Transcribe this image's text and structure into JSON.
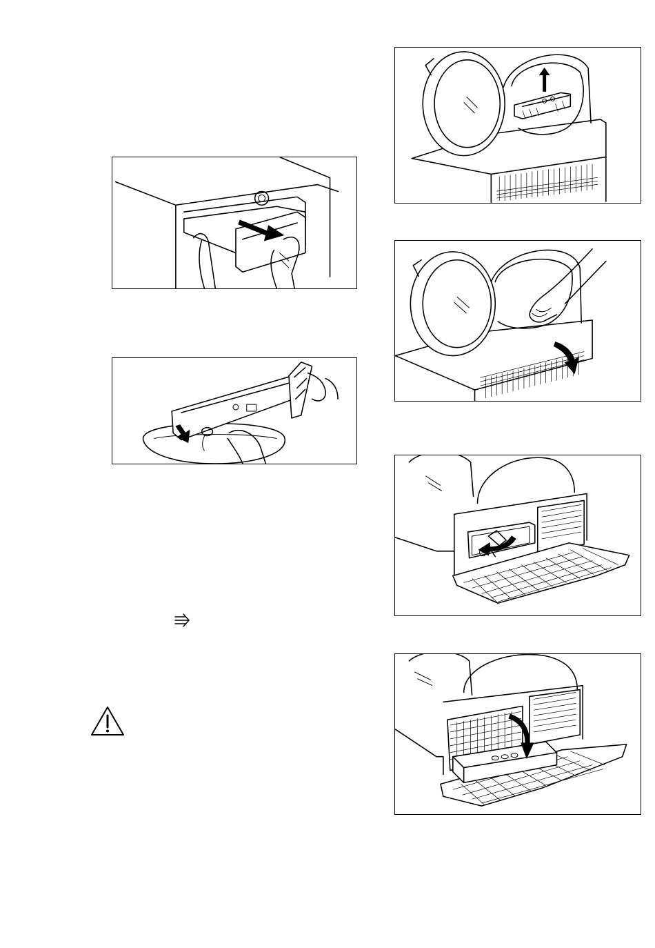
{
  "page": {
    "background": "#ffffff",
    "line_color": "#000000"
  },
  "figures": [
    {
      "id": "fig-pull-water-container",
      "icon": "water-container-pull-out-illustration"
    },
    {
      "id": "fig-empty-water-container",
      "icon": "water-container-emptying-illustration"
    },
    {
      "id": "fig-remove-filter",
      "icon": "door-filter-removal-illustration"
    },
    {
      "id": "fig-open-plinth-cover",
      "icon": "plinth-cover-opening-illustration"
    },
    {
      "id": "fig-unlock-condenser",
      "icon": "condenser-lever-unlock-illustration"
    },
    {
      "id": "fig-pull-condenser",
      "icon": "condenser-cover-lowering-illustration"
    }
  ],
  "symbols": {
    "condenser_symbol": "condenser-clean-symbol",
    "warning": "warning-triangle-icon"
  }
}
